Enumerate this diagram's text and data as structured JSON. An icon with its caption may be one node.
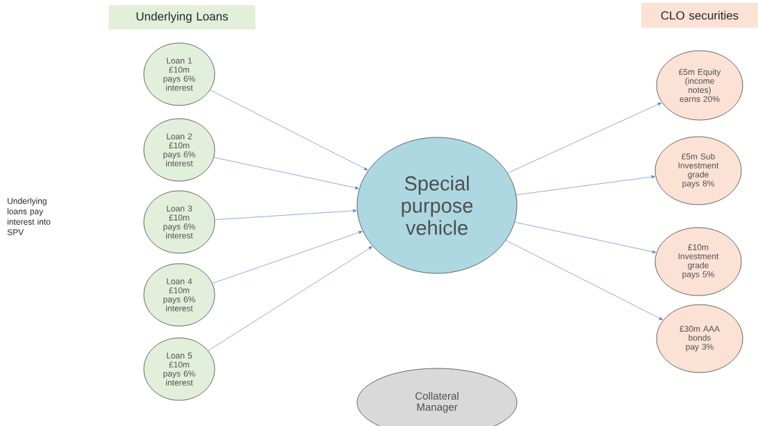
{
  "diagram": {
    "nodes": [
      {
        "text": [
          "Underlying Loans"
        ]
      },
      {
        "text": [
          "CLO securities"
        ]
      },
      {
        "text": [
          "Loan 1 £10m pays 6% interest"
        ]
      },
      {
        "text": [
          "Loan 2 £10m pays 6% interest"
        ]
      },
      {
        "text": [
          "Loan 3 £10m pays 6% interest"
        ]
      },
      {
        "text": [
          "Loan 4 £10m pays 6% interest"
        ]
      },
      {
        "text": [
          "Loan 5 £10m pays 6% interest"
        ]
      },
      {
        "text": [
          "Special purpose vehicle"
        ]
      },
      {
        "text": [
          "£5m Equity (income notes) earns 20%"
        ]
      },
      {
        "text": [
          "£5m Sub Investment grade pays 8%"
        ]
      },
      {
        "text": [
          "£10m Investment grade pays 5%"
        ]
      },
      {
        "text": [
          "£30m AAA bonds pay 3%"
        ]
      },
      {
        "text": [
          "Collateral Manager"
        ]
      }
    ],
    "edges": [
      {
        "from": 2,
        "to": 7,
        "arrow": "to"
      },
      {
        "from": 3,
        "to": 7,
        "arrow": "to"
      },
      {
        "from": 4,
        "to": 7,
        "arrow": "to"
      },
      {
        "from": 5,
        "to": 7,
        "arrow": "to"
      },
      {
        "from": 6,
        "to": 7,
        "arrow": "to"
      },
      {
        "from": 7,
        "to": 8,
        "arrow": "to"
      },
      {
        "from": 7,
        "to": 9,
        "arrow": "to"
      },
      {
        "from": 7,
        "to": 10,
        "arrow": "to"
      },
      {
        "from": 7,
        "to": 11,
        "arrow": "to"
      }
    ],
    "labels": [
      "Underlying loans pay interest into SPV"
    ]
  }
}
